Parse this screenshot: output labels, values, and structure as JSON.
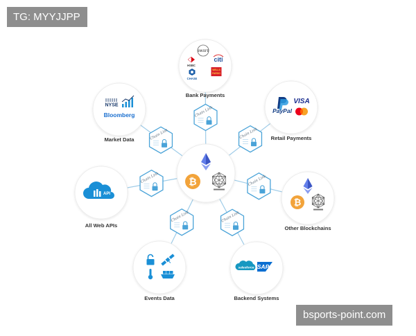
{
  "watermarks": {
    "top_left": "TG: MYYJJPP",
    "bottom_right": "bsports-point.com"
  },
  "hub": {
    "icons": [
      "ethereum-icon",
      "bitcoin-icon",
      "hyperledger-icon"
    ]
  },
  "connector": {
    "label": "Chain Link",
    "icon": "padlock-icon"
  },
  "nodes": [
    {
      "label": "Bank Payments",
      "logos": [
        "SWIFT",
        "citi",
        "HSBC",
        "CHASE",
        "WELLS FARGO"
      ]
    },
    {
      "label": "Retail Payments",
      "logos": [
        "PayPal",
        "VISA",
        "mastercard-icon"
      ]
    },
    {
      "label": "Other Blockchains",
      "logos": [
        "ethereum-icon",
        "bitcoin-icon",
        "hyperledger-icon"
      ]
    },
    {
      "label": "Backend Systems",
      "logos": [
        "salesforce",
        "SAP"
      ]
    },
    {
      "label": "Events Data",
      "logos": [
        "padlock-icon",
        "satellite-icon",
        "thermometer-icon",
        "ship-icon"
      ]
    },
    {
      "label": "All Web APIs",
      "logos": [
        "API"
      ]
    },
    {
      "label": "Market Data",
      "logos": [
        "NYSE",
        "Bloomberg",
        "chart-icon"
      ]
    }
  ],
  "colors": {
    "hex_stroke": "#4aa3d8",
    "spoke": "#9fcce8",
    "circle_stroke": "#ececec",
    "bitcoin": "#f2a33a",
    "ethereum": "#627eea",
    "brand_blue": "#1a8fd6"
  }
}
